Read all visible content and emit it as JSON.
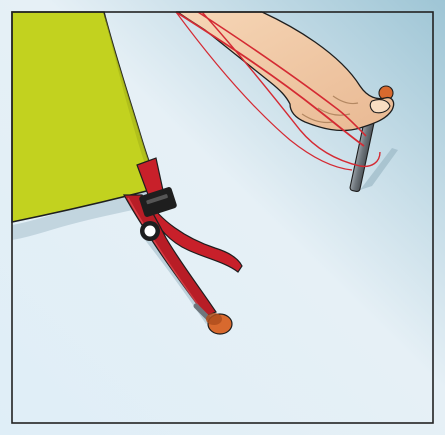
{
  "illustration": {
    "subject": "tent-stake-guy-line-setup",
    "colors": {
      "ground_light": "#e6f0f6",
      "ground_dark": "#b7d3df",
      "tent_fabric": "#c2d21f",
      "tent_fabric_shadow": "#a9b81a",
      "strap_red": "#c8202a",
      "strap_red_dark": "#8f141b",
      "guy_line_red": "#d42a33",
      "stake_metal": "#6f767c",
      "stake_metal_light": "#b6bcc0",
      "stake_head_orange": "#d8692e",
      "skin": "#f1c9a3",
      "skin_shadow": "#d8ab86",
      "outline": "#1e1e1e",
      "frame_border": "#222222"
    },
    "icons": [
      "tent-fabric-panel",
      "red-strap-with-ring",
      "tent-stake-in-strap",
      "hand-pushing-stake",
      "guy-line-loop",
      "metal-stake"
    ]
  }
}
